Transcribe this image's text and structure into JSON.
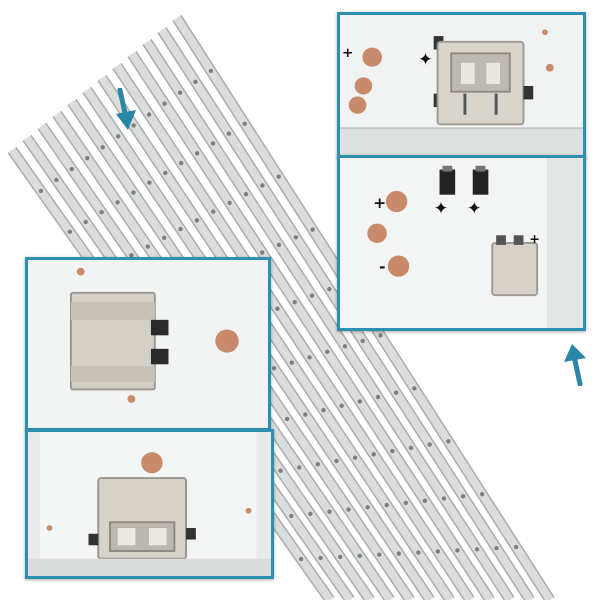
{
  "image": {
    "subject": "led-backlight-strips",
    "strip_count": 12,
    "leds_per_strip": 10
  },
  "insets": [
    {
      "name": "connector-top-view"
    },
    {
      "name": "led-pads-and-connector"
    },
    {
      "name": "connector-side-view"
    },
    {
      "name": "connector-end-view"
    }
  ],
  "markings": {
    "plus": "+",
    "minus": "-"
  },
  "colors": {
    "strip": "#dcdedd",
    "strip_edge": "#a9adac",
    "inset_border": "#2f8fb0",
    "arrow": "#2a86a6",
    "copper_pad": "#c88a6a",
    "connector": "#d8d4cc"
  }
}
